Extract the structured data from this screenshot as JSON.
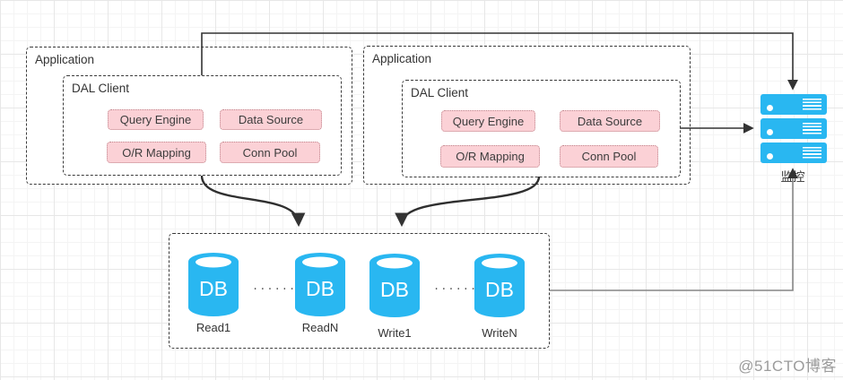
{
  "colors": {
    "accent_blue": "#29b7f1",
    "module_pink_fill": "#fbd1d6",
    "module_pink_border": "#c0868d",
    "connector_dark": "#333333",
    "connector_gray": "#868686",
    "text": "#333333",
    "grid_line": "#e7e7e7"
  },
  "apps": [
    {
      "title": "Application",
      "dal": {
        "title": "DAL Client",
        "modules": [
          "Query Engine",
          "Data Source",
          "O/R Mapping",
          "Conn Pool"
        ]
      }
    },
    {
      "title": "Application",
      "dal": {
        "title": "DAL Client",
        "modules": [
          "Query Engine",
          "Data Source",
          "O/R Mapping",
          "Conn Pool"
        ]
      }
    }
  ],
  "db_cluster": {
    "nodes": [
      {
        "label": "DB",
        "caption": "Read1"
      },
      {
        "label": "DB",
        "caption": "ReadN"
      },
      {
        "label": "DB",
        "caption": "Write1"
      },
      {
        "label": "DB",
        "caption": "WriteN"
      }
    ],
    "separator": "......"
  },
  "monitor": {
    "label": "监控"
  },
  "watermark": {
    "text": "@51CTO博客"
  }
}
